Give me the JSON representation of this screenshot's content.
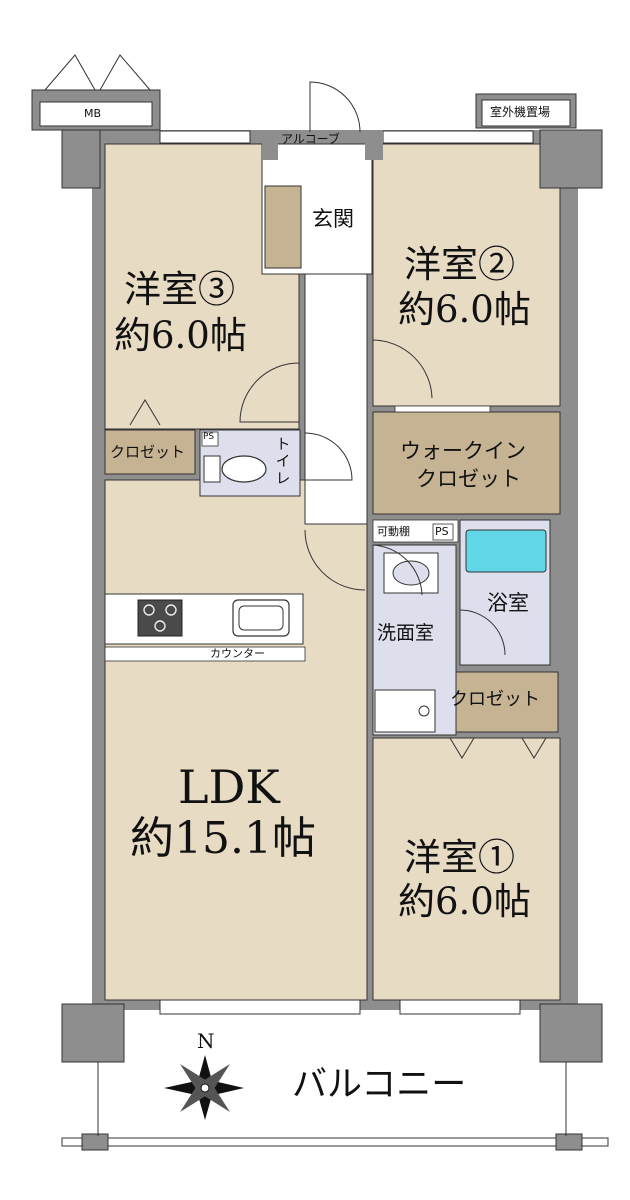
{
  "colors": {
    "room": "#e8dbc3",
    "closet": "#c6b393",
    "wet": "#dde0ec",
    "wall": "#8e8e8e",
    "bath": "#61d6e6",
    "outline": "#333333"
  },
  "rooms": {
    "western3": {
      "name": "洋室③",
      "size": "約6.0帖"
    },
    "western2": {
      "name": "洋室②",
      "size": "約6.0帖"
    },
    "western1": {
      "name": "洋室①",
      "size": "約6.0帖"
    },
    "ldk": {
      "name": "LDK",
      "size": "約15.1帖"
    },
    "entrance": "玄関",
    "toilet": "トイレ",
    "walkin_closet": [
      "ウォークイン",
      "クロゼット"
    ],
    "closet_left": "クロゼット",
    "closet_right": "クロゼット",
    "bathroom": "浴室",
    "washroom": "洗面室",
    "balcony": "バルコニー"
  },
  "labels": {
    "mb": "MB",
    "alcove": "アルコーブ",
    "outdoor_unit": "室外機置場",
    "ps": "PS",
    "movable_shelf": "可動棚",
    "counter": "カウンター",
    "north": "N"
  },
  "icons": [
    "compass-icon",
    "stove-icon",
    "sink-icon",
    "toilet-icon",
    "bathtub-icon",
    "washbasin-icon"
  ]
}
